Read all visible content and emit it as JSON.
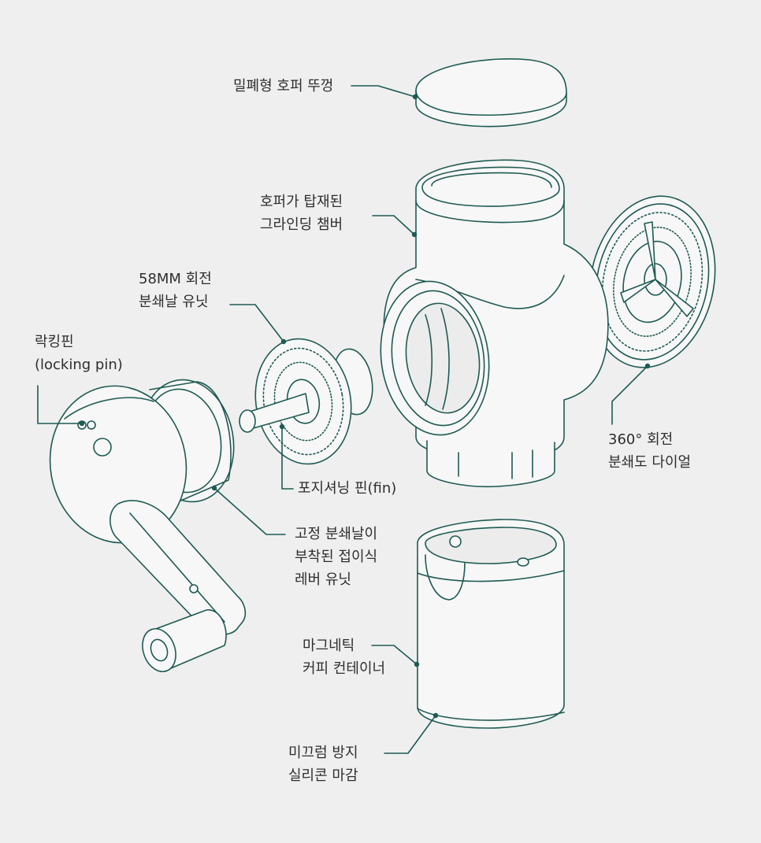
{
  "colors": {
    "background": "#efefef",
    "outline": "#1f5a52",
    "leader": "#1d5b53",
    "fill": "#f7f7f7",
    "text": "#2e2e2e"
  },
  "labels": {
    "hopper_lid": [
      "밀폐형 호퍼 뚜껑"
    ],
    "grinding_chamber": [
      "호퍼가 탑재된",
      "그라인딩 챔버"
    ],
    "burr_unit": [
      "58MM 회전",
      "분쇄날 유닛"
    ],
    "locking_pin": [
      "락킹핀",
      "(locking pin)"
    ],
    "positioning_pin": [
      "포지셔닝 핀(fin)"
    ],
    "grind_dial": [
      "360° 회전",
      "분쇄도 다이얼"
    ],
    "lever_unit": [
      "고정 분쇄날이",
      "부착된 접이식",
      "레버 유닛"
    ],
    "coffee_container": [
      "마그네틱",
      "커피 컨테이너"
    ],
    "silicone_finish": [
      "미끄럼 방지",
      "실리콘 마감"
    ]
  }
}
